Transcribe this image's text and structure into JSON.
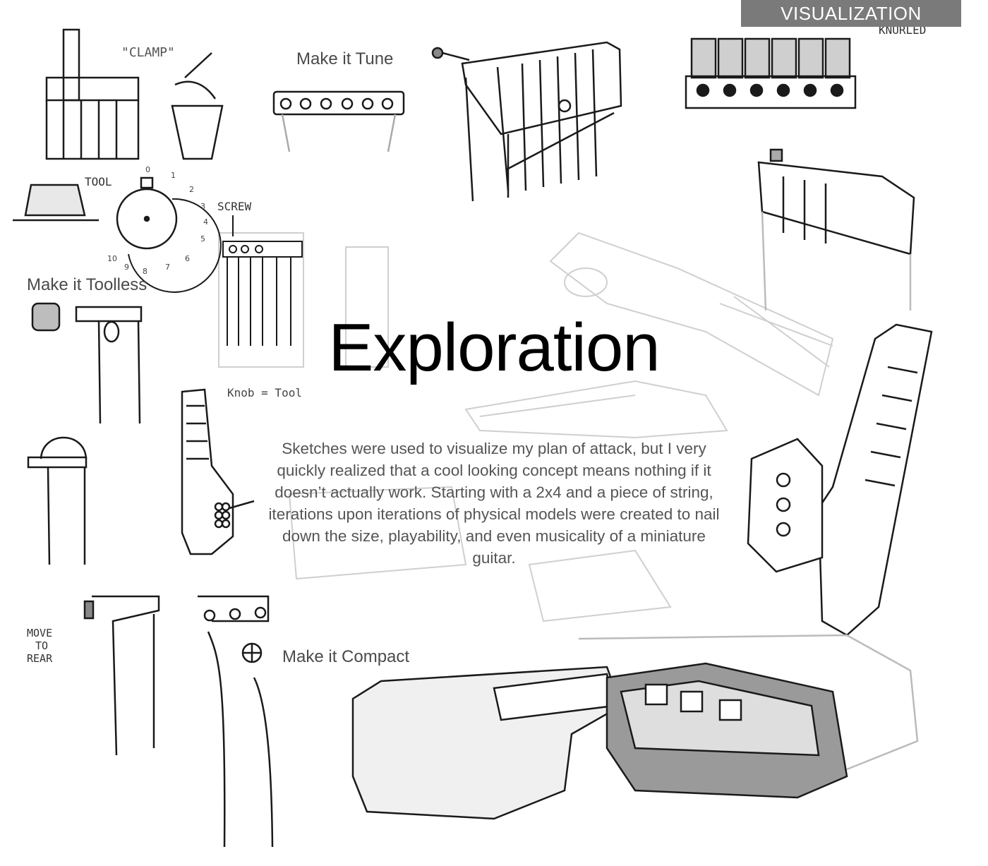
{
  "header": {
    "tag": "VISUALIZATION"
  },
  "captions": {
    "tune": "Make it Tune",
    "toolless": "Make it Toolless",
    "compact": "Make it Compact"
  },
  "main": {
    "title": "Exploration",
    "body": "Sketches were used to visualize my plan of attack, but I very quickly realized that a cool looking concept means nothing if it doesn’t actually work.  Starting with a 2x4 and a piece of string, iterations upon iterations of physical models were created to nail down the size, playability, and even musicality of a miniature guitar."
  },
  "annotations": {
    "clamp": "\"CLAMP\"",
    "tool": "TOOL",
    "screw": "SCREW",
    "knurled": "KNURLED",
    "knob": "Knob = Tool",
    "move_to_rear_1": "MOVE",
    "move_to_rear_2": "TO",
    "move_to_rear_3": "REAR"
  },
  "dial_numbers": [
    "0",
    "1",
    "2",
    "3",
    "4",
    "5",
    "6",
    "7",
    "8",
    "9",
    "10"
  ],
  "colors": {
    "tag_bg": "#7a7a7a",
    "ink": "#1a1a1a",
    "faint": "#c8c8c8",
    "caption": "#4a4a4a"
  }
}
